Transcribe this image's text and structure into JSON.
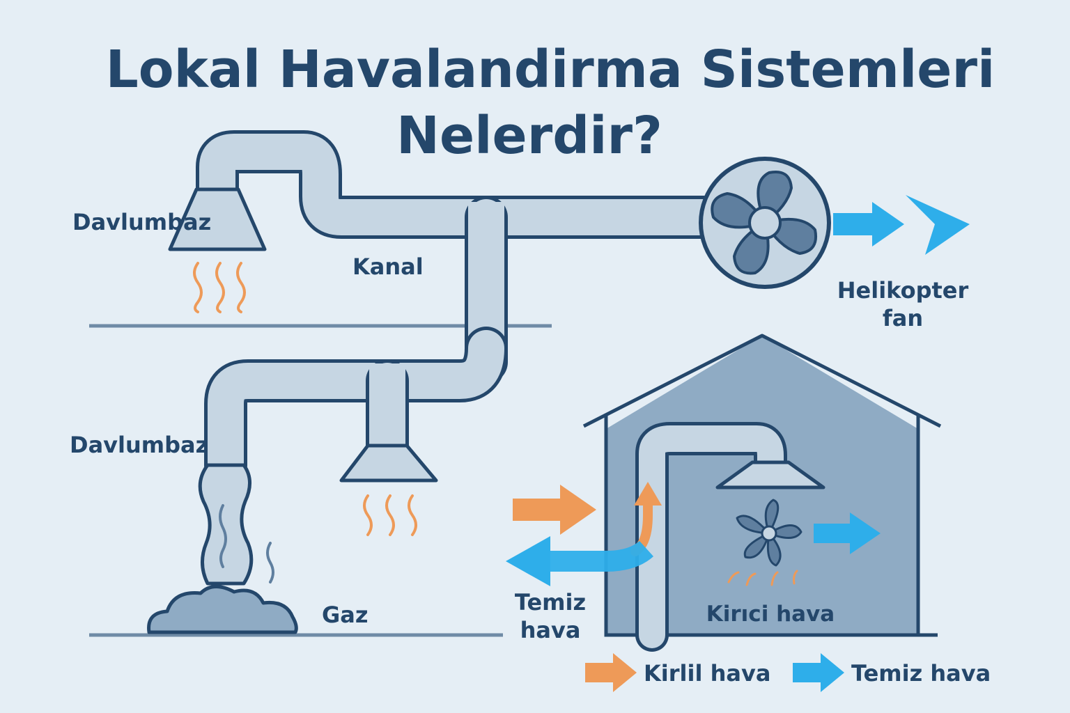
{
  "title": {
    "line1": "Lokal Havalandirma Sistemleri",
    "line2": "Nelerdir?"
  },
  "labels": {
    "hood_top": "Davlumbaz",
    "duct": "Kanal",
    "fan_line1": "Helikopter",
    "fan_line2": "fan",
    "hood_bottom": "Davlumbaz",
    "gas": "Gaz",
    "clean_air_line1": "Temiz",
    "clean_air_line2": "hava",
    "house_air": "Kirıci hava"
  },
  "legend": {
    "dirty_label": "Kirlil hava",
    "clean_label": "Temiz hava"
  },
  "icons": {
    "main_fan": "fan-icon",
    "small_fan": "fan-icon",
    "hood": "hood-icon",
    "house": "house-icon",
    "heat": "heat-wave-icon",
    "smoke": "smoke-cloud-icon",
    "arrow": "arrow-right-icon"
  },
  "colors": {
    "background": "#e5eef5",
    "outline": "#24476b",
    "duct_fill": "#c6d6e3",
    "house_fill": "#8fabc4",
    "fan_blade": "#5f7f9f",
    "dirty_air": "#ee9a58",
    "clean_air": "#2eaeea",
    "floor": "#6f8ba6"
  }
}
